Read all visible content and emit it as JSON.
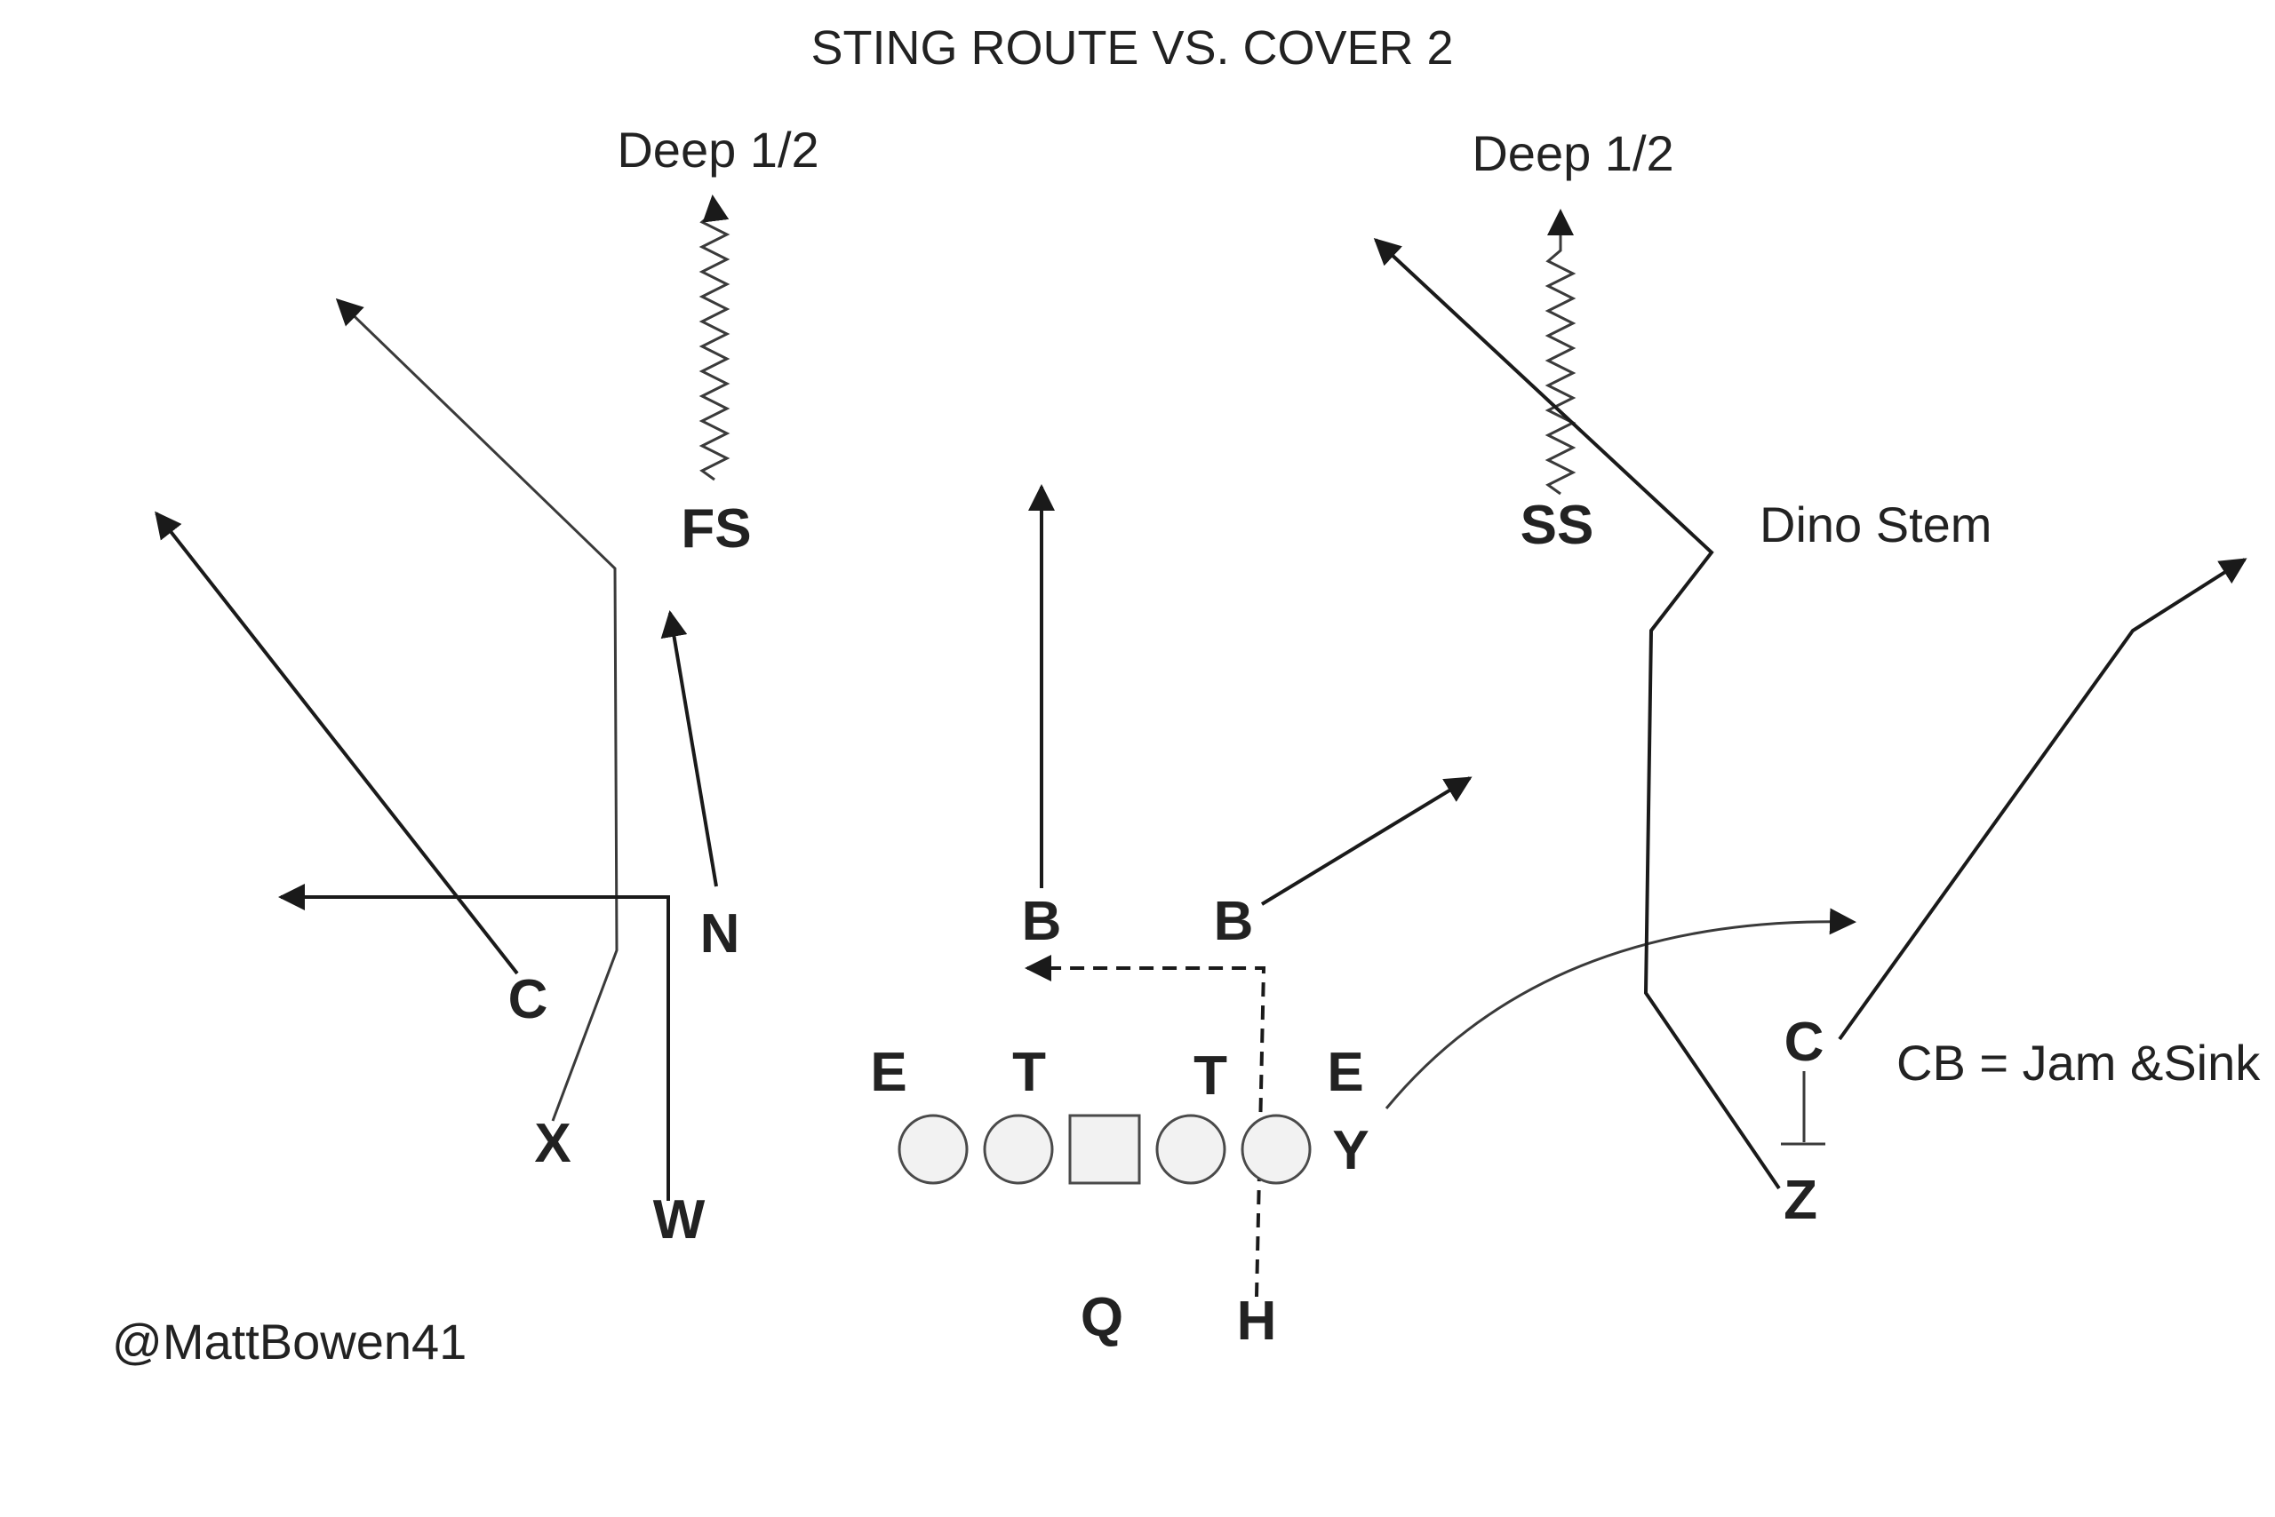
{
  "title": "STING ROUTE VS. COVER 2",
  "labels": {
    "deep_left": "Deep 1/2",
    "deep_right": "Deep 1/2",
    "dino_stem": "Dino Stem",
    "cb_technique": "CB = Jam &Sink",
    "credit": "@MattBowen41"
  },
  "defense": {
    "fs": "FS",
    "ss": "SS",
    "n": "N",
    "c_left": "C",
    "b_left": "B",
    "b_right": "B",
    "e_left": "E",
    "t_left": "T",
    "t_right": "T",
    "e_right": "E",
    "c_right": "C"
  },
  "offense": {
    "x": "X",
    "w": "W",
    "y": "Y",
    "z": "Z",
    "q": "Q",
    "h": "H"
  },
  "colors": {
    "line": "#1a1a1a",
    "text": "#222222",
    "lineman_fill": "#f2f2f2",
    "lineman_stroke": "#4a4a4a"
  }
}
